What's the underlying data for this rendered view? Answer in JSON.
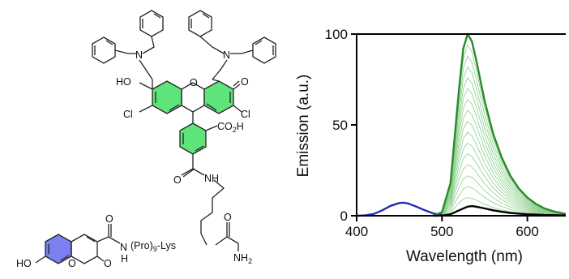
{
  "molecule": {
    "atoms": {
      "ho_left": "HO",
      "o_right": "O",
      "o_ring": "O",
      "cl_left": "Cl",
      "cl_right": "Cl",
      "n_left": "N",
      "n_right": "N",
      "nh": "NH",
      "co2h": "CO",
      "co2h_sub": "2",
      "co2h_h": "H",
      "coumarin_n": "N",
      "coumarin_h": "H",
      "coumarin_ho": "HO",
      "coumarin_o1": "O",
      "coumarin_o2": "O",
      "amide_o1": "O",
      "amide_o2": "O",
      "amide_o3": "O",
      "nh2": "NH",
      "nh2_sub": "2",
      "linker_pro": "(Pro)",
      "linker_sub": "9",
      "linker_lys": "-Lys"
    },
    "colors": {
      "xanthene_fill": "#5ee47a",
      "coumarin_fill": "#7b80f0",
      "bond": "#222222"
    }
  },
  "chart_data": {
    "type": "line",
    "xlabel": "Wavelength (nm)",
    "ylabel": "Emission (a.u.)",
    "xlim": [
      400,
      645
    ],
    "ylim": [
      0,
      100
    ],
    "xticks": [
      400,
      500,
      600
    ],
    "yticks": [
      0,
      50,
      100
    ],
    "grid": false,
    "series_colors": {
      "blue": "#1f2fb4",
      "green": "#2a8a2a",
      "green_light": "#8ccf8c",
      "black": "#000000"
    },
    "series": [
      {
        "color": "blue",
        "x": [
          400,
          410,
          420,
          430,
          440,
          450,
          455,
          460,
          470,
          480,
          490,
          500
        ],
        "y": [
          0,
          0.2,
          1,
          3,
          5.5,
          7,
          7.2,
          6.8,
          5,
          3,
          1.2,
          0.5
        ]
      },
      {
        "color": "green",
        "x": [
          490,
          500,
          510,
          520,
          525,
          530,
          535,
          540,
          550,
          560,
          570,
          580,
          590,
          600,
          610,
          620,
          630,
          645
        ],
        "y": [
          0,
          2,
          18,
          70,
          92,
          100,
          96,
          86,
          63,
          45,
          32,
          22,
          15,
          10,
          6.5,
          4,
          2.5,
          1
        ]
      },
      {
        "color": "black",
        "x": [
          490,
          500,
          510,
          520,
          530,
          535,
          540,
          550,
          560,
          570,
          580,
          600,
          620,
          645
        ],
        "y": [
          0,
          0.1,
          0.8,
          3,
          5,
          5.3,
          5,
          4,
          3,
          2.2,
          1.5,
          0.8,
          0.4,
          0.2
        ]
      }
    ],
    "intermediate_scales": [
      0.1,
      0.16,
      0.22,
      0.28,
      0.34,
      0.4,
      0.46,
      0.52,
      0.58,
      0.64,
      0.7,
      0.76,
      0.82,
      0.88,
      0.94
    ]
  }
}
